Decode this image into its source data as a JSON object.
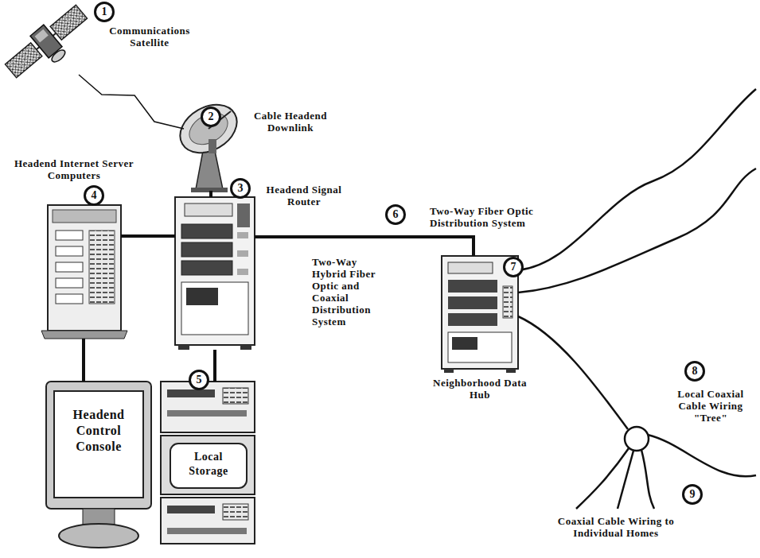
{
  "diagram": {
    "nodes": [
      {
        "text": [
          "Communications Satellite"
        ]
      },
      {
        "text": [
          "Cable Headend Downlink"
        ]
      },
      {
        "text": [
          "Headend Internet Server Computers"
        ]
      },
      {
        "text": [
          "Headend Signal Router"
        ]
      },
      {
        "text": [
          "Headend Control Console"
        ]
      },
      {
        "text": [
          "Local Storage"
        ]
      },
      {
        "text": [
          "Neighborhood Data Hub"
        ]
      }
    ],
    "edges": [
      {
        "from": 0,
        "to": 1,
        "arrow": "none"
      },
      {
        "from": 1,
        "to": 3,
        "arrow": "none"
      },
      {
        "from": 2,
        "to": 3,
        "arrow": "none"
      },
      {
        "from": 3,
        "to": 5,
        "arrow": "none"
      },
      {
        "from": 2,
        "to": 4,
        "arrow": "none"
      },
      {
        "from": 3,
        "to": 6,
        "arrow": "none"
      }
    ],
    "labels": [
      "1",
      "2",
      "3",
      "4",
      "5",
      "6",
      "7",
      "8",
      "9",
      "Two-Way Hybrid Fiber Optic and Coaxial Distribution System",
      "Two-Way Fiber Optic Distribution System",
      "Local Coaxial Cable Wiring \"Tree\"",
      "Coaxial Cable Wiring to Individual Homes"
    ]
  }
}
